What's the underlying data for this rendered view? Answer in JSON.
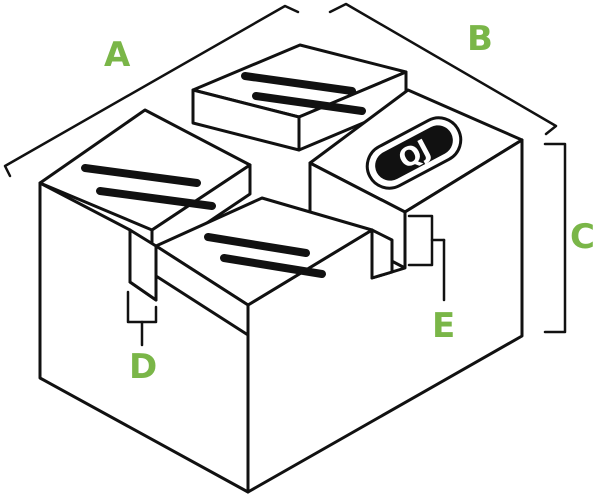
{
  "labels": {
    "a": "A",
    "b": "B",
    "c": "C",
    "d": "D",
    "e": "E"
  },
  "logo_text": "QJ",
  "colors": {
    "label": "#7ab648",
    "stroke": "#111111",
    "fill": "#ffffff"
  }
}
